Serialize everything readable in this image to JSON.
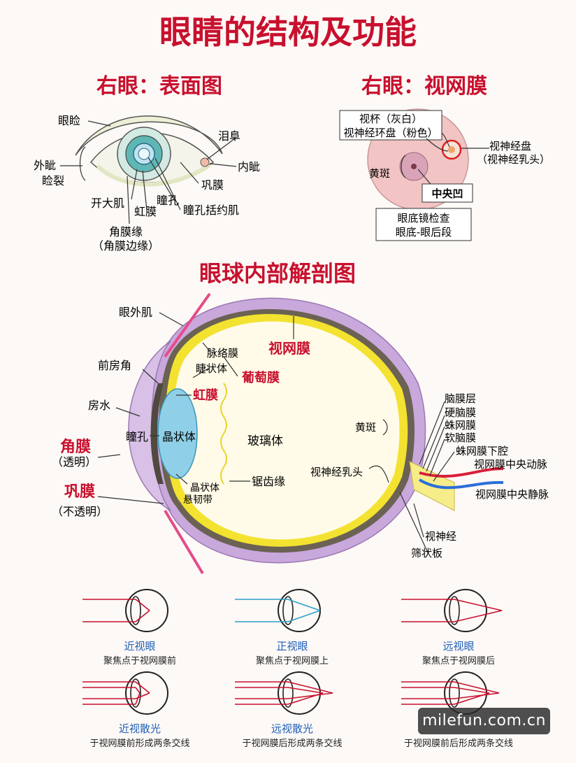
{
  "title": "眼睛的结构及功能",
  "surface": {
    "heading": "右眼：表面图",
    "labels": {
      "eyelid": "眼睑",
      "lacrimal": "泪阜",
      "lateral_canthus": "外眦",
      "medial_canthus": "内眦",
      "fissure": "睑裂",
      "sclera": "巩膜",
      "pupil": "瞳孔",
      "dilator": "开大肌",
      "iris": "虹膜",
      "sphincter": "瞳孔括约肌",
      "limbus": "角膜缘",
      "limbus_alt": "（角膜边缘）"
    }
  },
  "retina": {
    "heading": "右眼：视网膜",
    "labels": {
      "cup": "视杯（灰白）",
      "rim": "视神经环盘（粉色）",
      "disc": "视神经盘",
      "disc_alt": "（视神经乳头）",
      "macula": "黄斑",
      "fovea": "中央凹",
      "fundus1": "眼底镜检查",
      "fundus2": "眼底-眼后段"
    }
  },
  "anatomy": {
    "heading": "眼球内部解剖图",
    "labels": {
      "extraocular": "眼外肌",
      "choroid": "脉络膜",
      "ciliary": "睫状体",
      "retina": "视网膜",
      "anterior_angle": "前房角",
      "uvea": "葡萄膜",
      "iris": "虹膜",
      "aqueous": "房水",
      "pupil": "瞳孔",
      "lens": "晶状体",
      "vitreous": "玻璃体",
      "macula": "黄斑",
      "cornea": "角膜",
      "cornea_note": "（透明）",
      "sclera": "巩膜",
      "sclera_note": "（不透明）",
      "zonule1": "晶状体",
      "zonule2": "悬韧带",
      "ora": "锯齿缘",
      "papilla": "视神经乳头",
      "meninges": "脑膜层",
      "dura": "硬脑膜",
      "arachnoid": "蛛网膜",
      "pia": "软脑膜",
      "subarachnoid": "蛛网膜下腔",
      "artery": "视网膜中央动脉",
      "vein": "视网膜中央静脉",
      "optic_nerve": "视神经",
      "lamina": "筛状板"
    }
  },
  "refraction": [
    {
      "name": "近视眼",
      "desc": "聚焦点于视网膜前",
      "color": "#c8102e"
    },
    {
      "name": "正视眼",
      "desc": "聚焦点于视网膜上",
      "color": "#2aa0c8"
    },
    {
      "name": "远视眼",
      "desc": "聚焦点于视网膜后",
      "color": "#c8102e"
    },
    {
      "name": "近视散光",
      "desc": "于视网膜前形成两条交线",
      "color": "#c8102e"
    },
    {
      "name": "远视散光",
      "desc": "于视网膜后形成两条交线",
      "color": "#c8102e"
    },
    {
      "name": "",
      "desc": "于视网膜前后形成两条交线",
      "color": "#c8102e"
    }
  ],
  "watermark": "milefun.com.cn",
  "colors": {
    "title": "#c8102e",
    "sclera": "#c9a8dc",
    "retina": "#f3e230",
    "choroid": "#6b6253",
    "lens": "#8fd0e8",
    "artery": "#d81e3a",
    "vein": "#2a6fd8",
    "pink": "#f2c4c4"
  }
}
